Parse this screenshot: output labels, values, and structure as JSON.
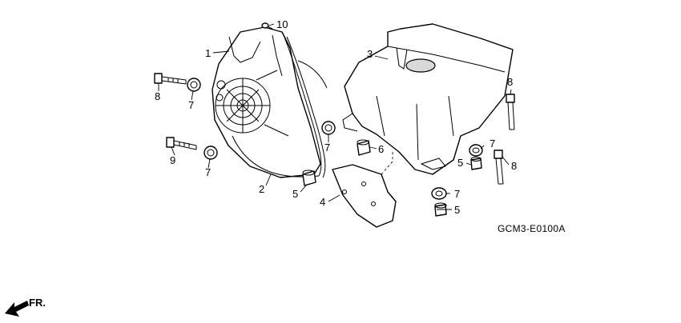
{
  "diagram_code": "GCM3-E0100A",
  "direction_label": "FR.",
  "callouts": {
    "fan_cover": "1",
    "seal": "2",
    "shroud": "3",
    "plate": "4",
    "collar_a": "5",
    "collar_b": "5",
    "collar_c": "5",
    "collar_d": "6",
    "grommet_a": "7",
    "grommet_b": "7",
    "grommet_c": "7",
    "grommet_d": "7",
    "grommet_e": "7",
    "bolt_a": "8",
    "bolt_b": "8",
    "bolt_c": "8",
    "bolt_d": "9",
    "screw": "10"
  }
}
